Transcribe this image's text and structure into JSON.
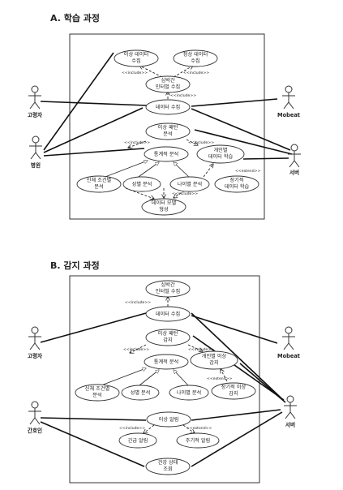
{
  "sections": [
    {
      "title": "A. 학습 과정",
      "actors": {
        "elderly": "고령자",
        "hospital": "병원",
        "mobeat": "Mobeat",
        "server": "서버"
      },
      "use_cases": {
        "abnormal_collect": [
          "이상 데이터",
          "수집"
        ],
        "normal_collect": [
          "정상 데이터",
          "수집"
        ],
        "hr_interval": [
          "심박간",
          "인터벌 수집"
        ],
        "data_collect": [
          "데이터 수집"
        ],
        "pattern_analysis": [
          "이상 패턴",
          "분석"
        ],
        "stat_analysis": [
          "통계적 분석"
        ],
        "personal_learning": [
          "개인별",
          "데이터 학습"
        ],
        "body_condition": [
          "신체 조건별",
          "분석"
        ],
        "gender": [
          "성별 분석"
        ],
        "age": [
          "나이별 분석"
        ],
        "longterm_learning": [
          "장기적",
          "데이터 학습"
        ],
        "model_gen": [
          "데이터 모델",
          "형성"
        ]
      },
      "relations": {
        "include": "<<include>>",
        "extend": "<<extend>>"
      }
    },
    {
      "title": "B. 감지 과정",
      "actors": {
        "elderly": "고령자",
        "caregiver": "간호인",
        "mobeat": "Mobeat",
        "server": "서버"
      },
      "use_cases": {
        "hr_interval": [
          "심박간",
          "인터벌 수집"
        ],
        "data_collect": [
          "데이터 수집"
        ],
        "pattern_detect": [
          "이상 패턴",
          "감지"
        ],
        "stat_analysis": [
          "통계적 분석"
        ],
        "personal_detect": [
          "개인별 이상",
          "감지"
        ],
        "body_condition": [
          "신체 조건별",
          "분석"
        ],
        "gender": [
          "성별 분석"
        ],
        "age": [
          "나이별 분석"
        ],
        "longterm_detect": [
          "장기적 이상",
          "감지"
        ],
        "alert": [
          "이상 알림"
        ],
        "emergency_alert": [
          "긴급 알림"
        ],
        "periodic_alert": [
          "주기적 알림"
        ],
        "health_view": [
          "건강 상태",
          "조회"
        ]
      },
      "relations": {
        "include": "<<include>>",
        "extend": "<<extend>>"
      }
    }
  ]
}
